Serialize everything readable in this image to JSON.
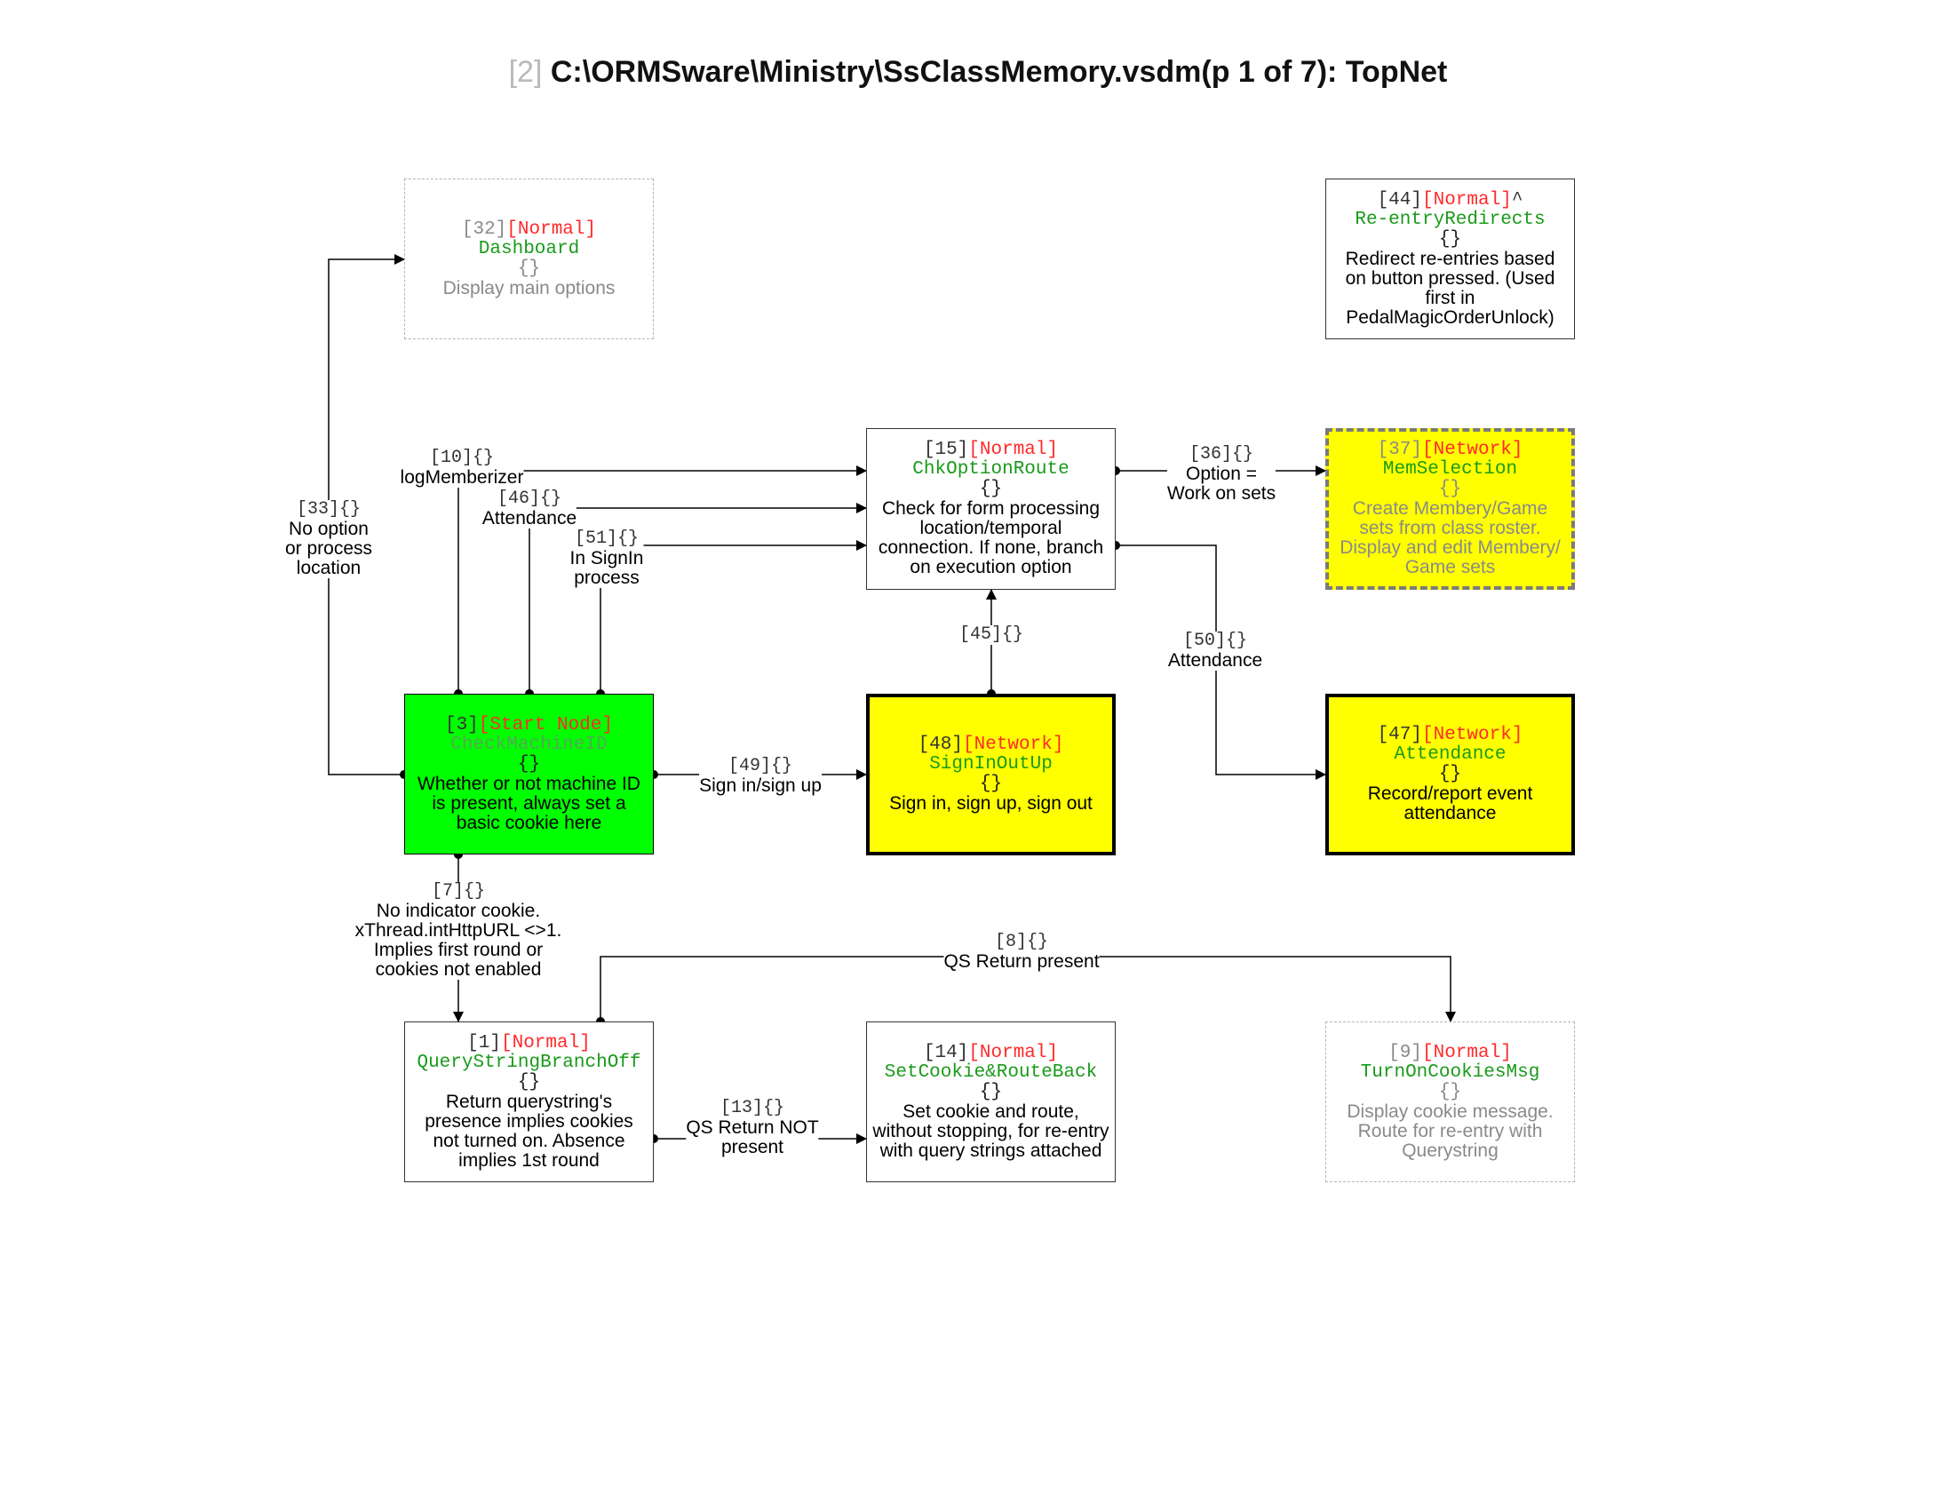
{
  "title": {
    "page_ref": "[2]",
    "text": "C:\\ORMSware\\Ministry\\SsClassMemory.vsdm(p 1 of 7): TopNet"
  },
  "nodes": {
    "n32": {
      "num": "[32]",
      "type": "[Normal]",
      "suffix": "",
      "name": "Dashboard",
      "braces": "{}",
      "desc": "Display main options"
    },
    "n44": {
      "num": "[44]",
      "type": "[Normal]",
      "suffix": "^",
      "name": "Re-entryRedirects",
      "braces": "{}",
      "desc": "Redirect re-entries based on button pressed. (Used first in PedalMagicOrderUnlock)"
    },
    "n15": {
      "num": "[15]",
      "type": "[Normal]",
      "suffix": "",
      "name": "ChkOptionRoute",
      "braces": "{}",
      "desc": "Check for form processing location/temporal connection. If none, branch on execution option"
    },
    "n37": {
      "num": "[37]",
      "type": "[Network]",
      "suffix": "",
      "name": "MemSelection",
      "braces": "{}",
      "desc": "Create Membery/Game sets from class roster. Display and edit Membery/ Game sets"
    },
    "n3": {
      "num": "[3]",
      "type": "[Start Node]",
      "suffix": "",
      "name": "CheckMachineID",
      "braces": "{}",
      "desc": "Whether or not machine ID is present, always set a basic cookie here"
    },
    "n48": {
      "num": "[48]",
      "type": "[Network]",
      "suffix": "",
      "name": "SignInOutUp",
      "braces": "{}",
      "desc": "Sign in, sign up, sign out"
    },
    "n47": {
      "num": "[47]",
      "type": "[Network]",
      "suffix": "",
      "name": "Attendance",
      "braces": "{}",
      "desc": "Record/report event attendance"
    },
    "n1": {
      "num": "[1]",
      "type": "[Normal]",
      "suffix": "",
      "name": "QueryStringBranchOff",
      "braces": "{}",
      "desc": "Return querystring's presence implies cookies not turned on. Absence implies 1st round"
    },
    "n14": {
      "num": "[14]",
      "type": "[Normal]",
      "suffix": "",
      "name": "SetCookie&RouteBack",
      "braces": "{}",
      "desc": "Set cookie and route, without stopping, for re-entry with query strings attached"
    },
    "n9": {
      "num": "[9]",
      "type": "[Normal]",
      "suffix": "",
      "name": "TurnOnCookiesMsg",
      "braces": "{}",
      "desc": "Display cookie message. Route for re-entry with Querystring"
    }
  },
  "edge_labels": {
    "e33": {
      "tag": "[33]{}",
      "lines": [
        "No option",
        "or process",
        "location"
      ]
    },
    "e10": {
      "tag": "[10]{}",
      "lines": [
        "logMemberizer"
      ]
    },
    "e46": {
      "tag": "[46]{}",
      "lines": [
        "Attendance"
      ]
    },
    "e51": {
      "tag": "[51]{}",
      "lines": [
        "In SignIn",
        "process"
      ]
    },
    "e36": {
      "tag": "[36]{}",
      "lines": [
        "Option =",
        "Work on sets"
      ]
    },
    "e45": {
      "tag": "[45]{}",
      "lines": []
    },
    "e50": {
      "tag": "[50]{}",
      "lines": [
        "Attendance"
      ]
    },
    "e49": {
      "tag": "[49]{}",
      "lines": [
        "Sign in/sign up"
      ]
    },
    "e7": {
      "tag": "[7]{}",
      "lines": [
        "No indicator cookie.",
        "xThread.intHttpURL <>1.",
        "Implies first round or",
        "cookies not enabled"
      ]
    },
    "e8": {
      "tag": "[8]{}",
      "lines": [
        "QS Return present"
      ]
    },
    "e13": {
      "tag": "[13]{}",
      "lines": [
        "QS Return NOT",
        "present"
      ]
    }
  }
}
